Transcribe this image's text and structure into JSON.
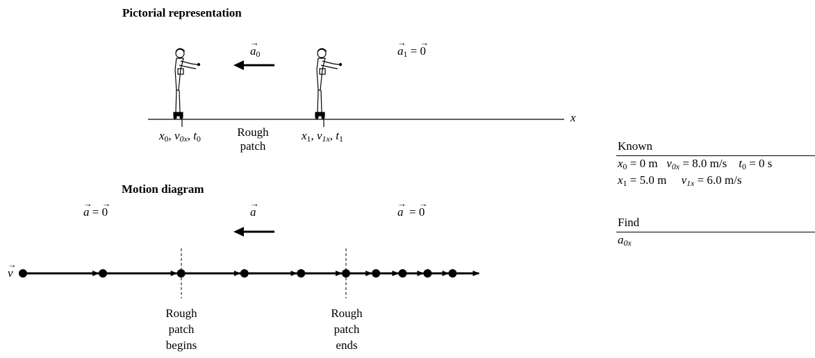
{
  "pictorial": {
    "heading": "Pictorial representation",
    "axis_label": "x",
    "accel_left_symbol": "a",
    "accel_left_sub": "0",
    "accel_right_symbol": "a",
    "accel_right_sub": "1",
    "equals_zero": "= 0",
    "zero_symbol": "0",
    "rough_patch_line1": "Rough",
    "rough_patch_line2": "patch",
    "point0": {
      "x": "x",
      "x_sub": "0",
      "v": "v",
      "v_sub": "0x",
      "t": "t",
      "t_sub": "0"
    },
    "point1": {
      "x": "x",
      "x_sub": "1",
      "v": "v",
      "v_sub": "1x",
      "t": "t",
      "t_sub": "1"
    }
  },
  "motion": {
    "heading": "Motion diagram",
    "accel_symbol": "a",
    "equals_zero": "= 0",
    "zero_symbol": "0",
    "velocity_symbol": "v",
    "dot_positions_relative": [
      0,
      0.24,
      0.475,
      0.665,
      0.835,
      0.97,
      1.06,
      1.14,
      1.215,
      1.29
    ],
    "begins_lines": [
      "Rough",
      "patch",
      "begins"
    ],
    "ends_lines": [
      "Rough",
      "patch",
      "ends"
    ]
  },
  "known": {
    "title": "Known",
    "row1": [
      {
        "sym": "x",
        "sub": "0",
        "val": " = 0 m"
      },
      {
        "sym": "v",
        "sub": "0x",
        "val": " = 8.0 m/s"
      },
      {
        "sym": "t",
        "sub": "0",
        "val": " = 0 s"
      }
    ],
    "row2": [
      {
        "sym": "x",
        "sub": "1",
        "val": " = 5.0 m"
      },
      {
        "sym": "v",
        "sub": "1x",
        "val": " = 6.0 m/s"
      }
    ]
  },
  "find": {
    "title": "Find",
    "sym": "a",
    "sub": "0x"
  }
}
